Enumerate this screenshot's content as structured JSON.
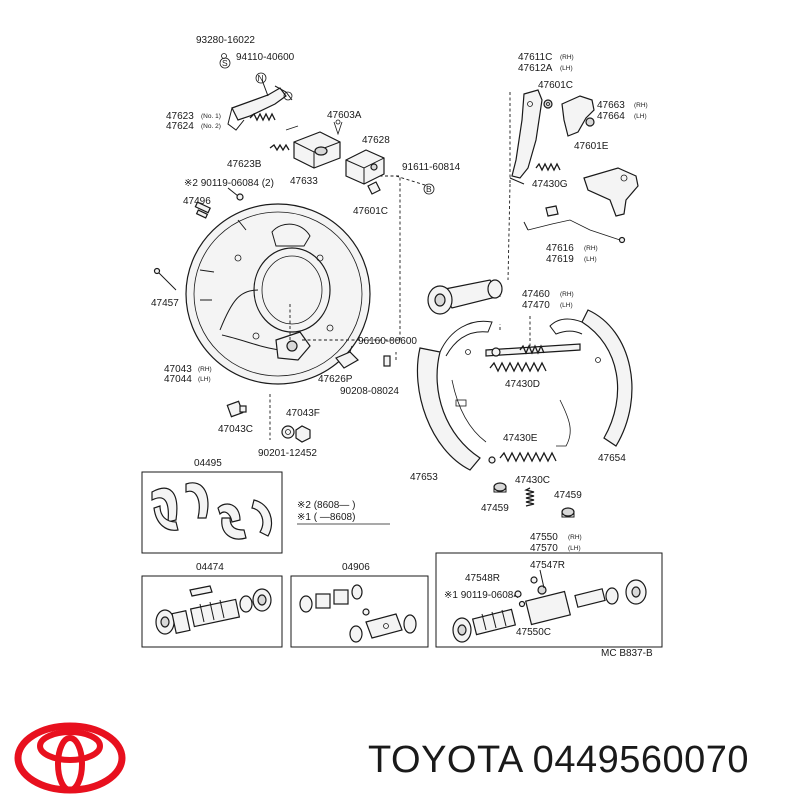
{
  "labels": {
    "p93280": "93280-16022",
    "p94110": "94110-40600",
    "p47623": "47623",
    "p47623_sub": "(No. 1)",
    "p47624": "47624",
    "p47624_sub": "(No. 2)",
    "p47603A": "47603A",
    "p47628": "47628",
    "p47623B": "47623B",
    "p47633": "47633",
    "p91611": "91611-60814",
    "p90119_top": "※2 90119-06084 (2)",
    "p47496": "47496",
    "p47601C_mid": "47601C",
    "p47457": "47457",
    "p96160": "96160-00600",
    "p47043": "47043",
    "p47044": "47044",
    "p47626P": "47626P",
    "p90208": "90208-08024",
    "p47043F": "47043F",
    "p47043C": "47043C",
    "p90201": "90201-12452",
    "p47611C": "47611C",
    "p47612A": "47612A",
    "p47601C_top": "47601C",
    "p47663": "47663",
    "p47664": "47664",
    "p47601E": "47601E",
    "p47430G": "47430G",
    "p47616": "47616",
    "p47619": "47619",
    "p47460": "47460",
    "p47470": "47470",
    "p47430D": "47430D",
    "p47430E": "47430E",
    "p47653": "47653",
    "p47654": "47654",
    "p47430C": "47430C",
    "p47459_l": "47459",
    "p47459_r": "47459",
    "rh": "(RH)",
    "lh": "(LH)",
    "s_mark": "S",
    "n_mark": "N",
    "b_mark": "B"
  },
  "legend": {
    "line1": "※2 (8608—       )",
    "line2": "※1 (       —8608)"
  },
  "kits": {
    "k04495": "04495",
    "k04474": "04474",
    "k04906": "04906",
    "wheel_cyl": {
      "p47550": "47550",
      "p47570": "47570",
      "p47547R": "47547R",
      "p47548R": "47548R",
      "p90119": "※1 90119-06084",
      "p47550C": "47550C"
    }
  },
  "footer_code": "MC  B837-B",
  "brand": {
    "text": "TOYOTA 0449560070",
    "logo_color": "#e8101e"
  }
}
